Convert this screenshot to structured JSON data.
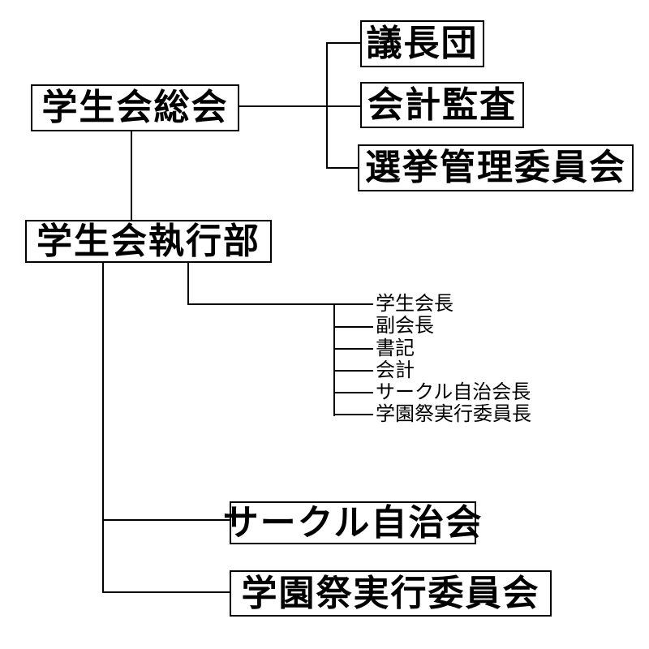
{
  "diagram": {
    "type": "org-chart",
    "nodes": {
      "assembly": {
        "label": "学生会総会"
      },
      "chair": {
        "label": "議長団"
      },
      "audit": {
        "label": "会計監査"
      },
      "election": {
        "label": "選挙管理委員会"
      },
      "executive": {
        "label": "学生会執行部"
      },
      "circle": {
        "label": "サークル自治会"
      },
      "festival": {
        "label": "学園祭実行委員会"
      }
    },
    "executive_roles": [
      "学生会長",
      "副会長",
      "書記",
      "会計",
      "サークル自治会長",
      "学園祭実行委員長"
    ],
    "colors": {
      "line": "#000000",
      "box_border": "#000000",
      "text": "#000000",
      "background": "#ffffff"
    }
  }
}
